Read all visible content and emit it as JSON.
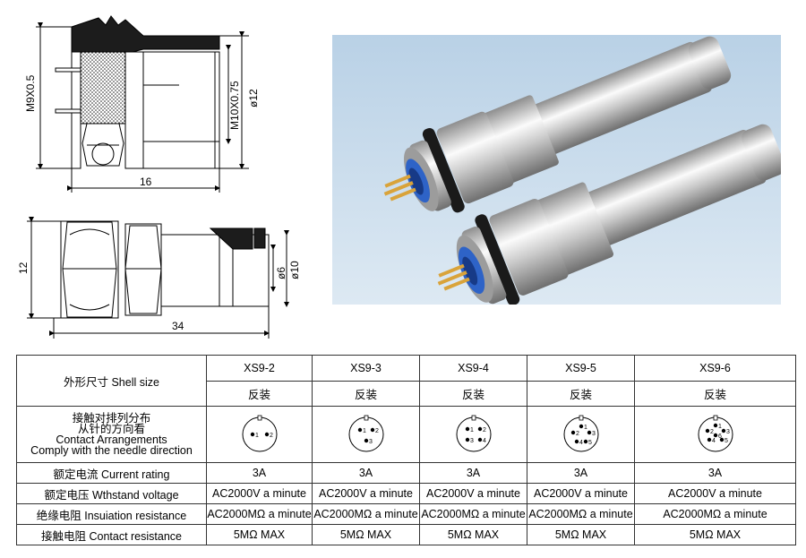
{
  "drawing_top": {
    "thread_left": "M9X0.5",
    "thread_right": "M10X0.75",
    "diameter": "ø12",
    "length": "16"
  },
  "drawing_bottom": {
    "height": "12",
    "diameter_small": "ø6",
    "diameter_large": "ø10",
    "length": "34"
  },
  "table": {
    "shell_size_label": "外形尺寸 Shell size",
    "models": [
      "XS9-2",
      "XS9-3",
      "XS9-4",
      "XS9-5",
      "XS9-6"
    ],
    "mount_type": [
      "反装",
      "反装",
      "反装",
      "反装",
      "反装"
    ],
    "arrangement_label": [
      "接触对排列分布",
      "从针的方向看",
      "Contact Arrangements",
      "Comply with the needle direction"
    ],
    "pin_counts": [
      2,
      3,
      4,
      5,
      6
    ],
    "rows": [
      {
        "label": "额定电流 Current rating",
        "values": [
          "3A",
          "3A",
          "3A",
          "3A",
          "3A"
        ]
      },
      {
        "label": "额定电压 Wthstand voltage",
        "values": [
          "AC2000V a minute",
          "AC2000V a minute",
          "AC2000V a minute",
          "AC2000V a minute",
          "AC2000V a minute"
        ]
      },
      {
        "label": "绝缘电阻 Insuiation resistance",
        "values": [
          "AC2000MΩ a minute",
          "AC2000MΩ a minute",
          "AC2000MΩ a minute",
          "AC2000MΩ a minute",
          "AC2000MΩ a minute"
        ]
      },
      {
        "label": "接触电阻 Contact resistance",
        "values": [
          "5MΩ MAX",
          "5MΩ MAX",
          "5MΩ MAX",
          "5MΩ MAX",
          "5MΩ MAX"
        ]
      }
    ]
  },
  "colors": {
    "line": "#000000",
    "photo_bg": "#cfe0ee",
    "metal_light": "#f1f1f1",
    "metal_dark": "#8a8a8a",
    "gold": "#d9a33a",
    "blue": "#2e63c7"
  }
}
